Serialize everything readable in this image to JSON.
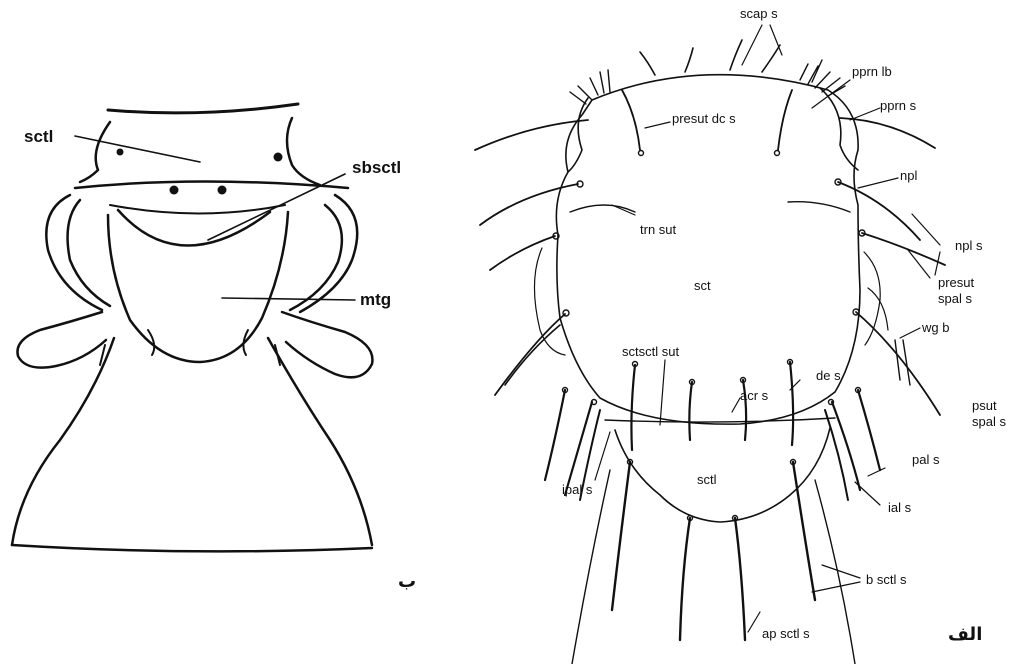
{
  "figure_b": {
    "labels": {
      "sctl": "sctl",
      "sbsctl": "sbsctl",
      "mtg": "mtg"
    },
    "panel_mark": "ب"
  },
  "figure_alef": {
    "labels": {
      "scap_s": "scap s",
      "pprn_lb": "pprn lb",
      "pprn_s": "pprn s",
      "presut_dc_s": "presut dc s",
      "npl": "npl",
      "trn_sut": "trn sut",
      "npl_s": "npl s",
      "sct": "sct",
      "presut": "presut",
      "spal_s_1": "spal s",
      "wg_b": "wg b",
      "sctsctl_sut": "sctsctl sut",
      "de_s": "de s",
      "acr_s": "acr s",
      "psut": "psut",
      "spal_s_2": "spal s",
      "pal_s": "pal s",
      "ipal_s": "ipal s",
      "sctl": "sctl",
      "ial_s": "ial s",
      "b_sctl_s": "b sctl s",
      "ap_sctl_s": "ap sctl s"
    },
    "panel_mark": "الف"
  }
}
